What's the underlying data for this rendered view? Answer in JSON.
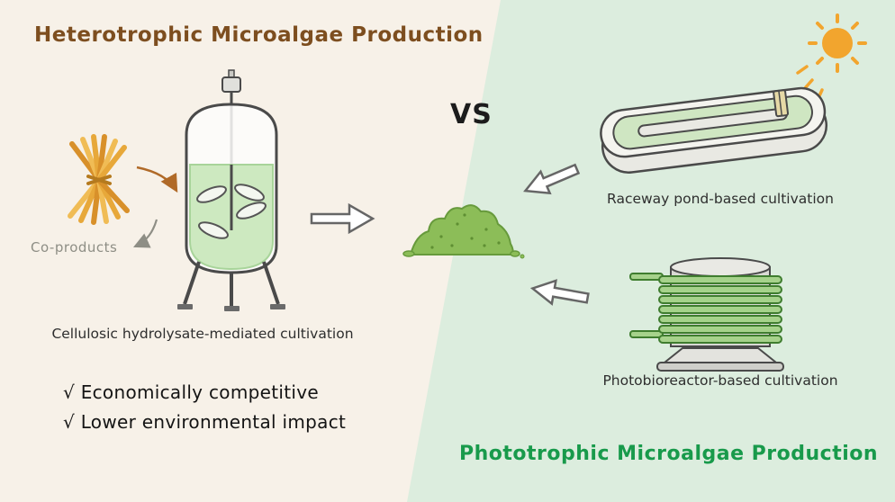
{
  "titles": {
    "left": "Heterotrophic Microalgae Production",
    "right": "Phototrophic Microalgae Production",
    "vs": "VS"
  },
  "labels": {
    "co_products": "Co-products",
    "heterotrophic_caption": "Cellulosic hydrolysate-mediated cultivation",
    "raceway_caption": "Raceway pond-based cultivation",
    "photobioreactor_caption": "Photobioreactor-based cultivation"
  },
  "benefits": {
    "item1": "√ Economically competitive",
    "item2": "√ Lower environmental impact"
  },
  "icons": {
    "sun": "sun-icon",
    "straw": "straw-bundle-icon",
    "bioreactor": "stirred-tank-bioreactor-icon",
    "algae_pile": "algae-biomass-pile-icon",
    "raceway": "raceway-pond-icon",
    "photobioreactor": "photobioreactor-coil-icon"
  },
  "colors": {
    "left_background": "#f7f1e8",
    "right_background": "#dcedde",
    "heterotrophic_title": "#7d4e1f",
    "phototrophic_title": "#189a4b",
    "straw": "#e7a83a",
    "tank_liquid": "#cde9c0",
    "algae_green": "#8cbd58",
    "outline_gray": "#4a4a4a",
    "sun_orange": "#f2a52e",
    "co_products_gray": "#8e8e85"
  }
}
